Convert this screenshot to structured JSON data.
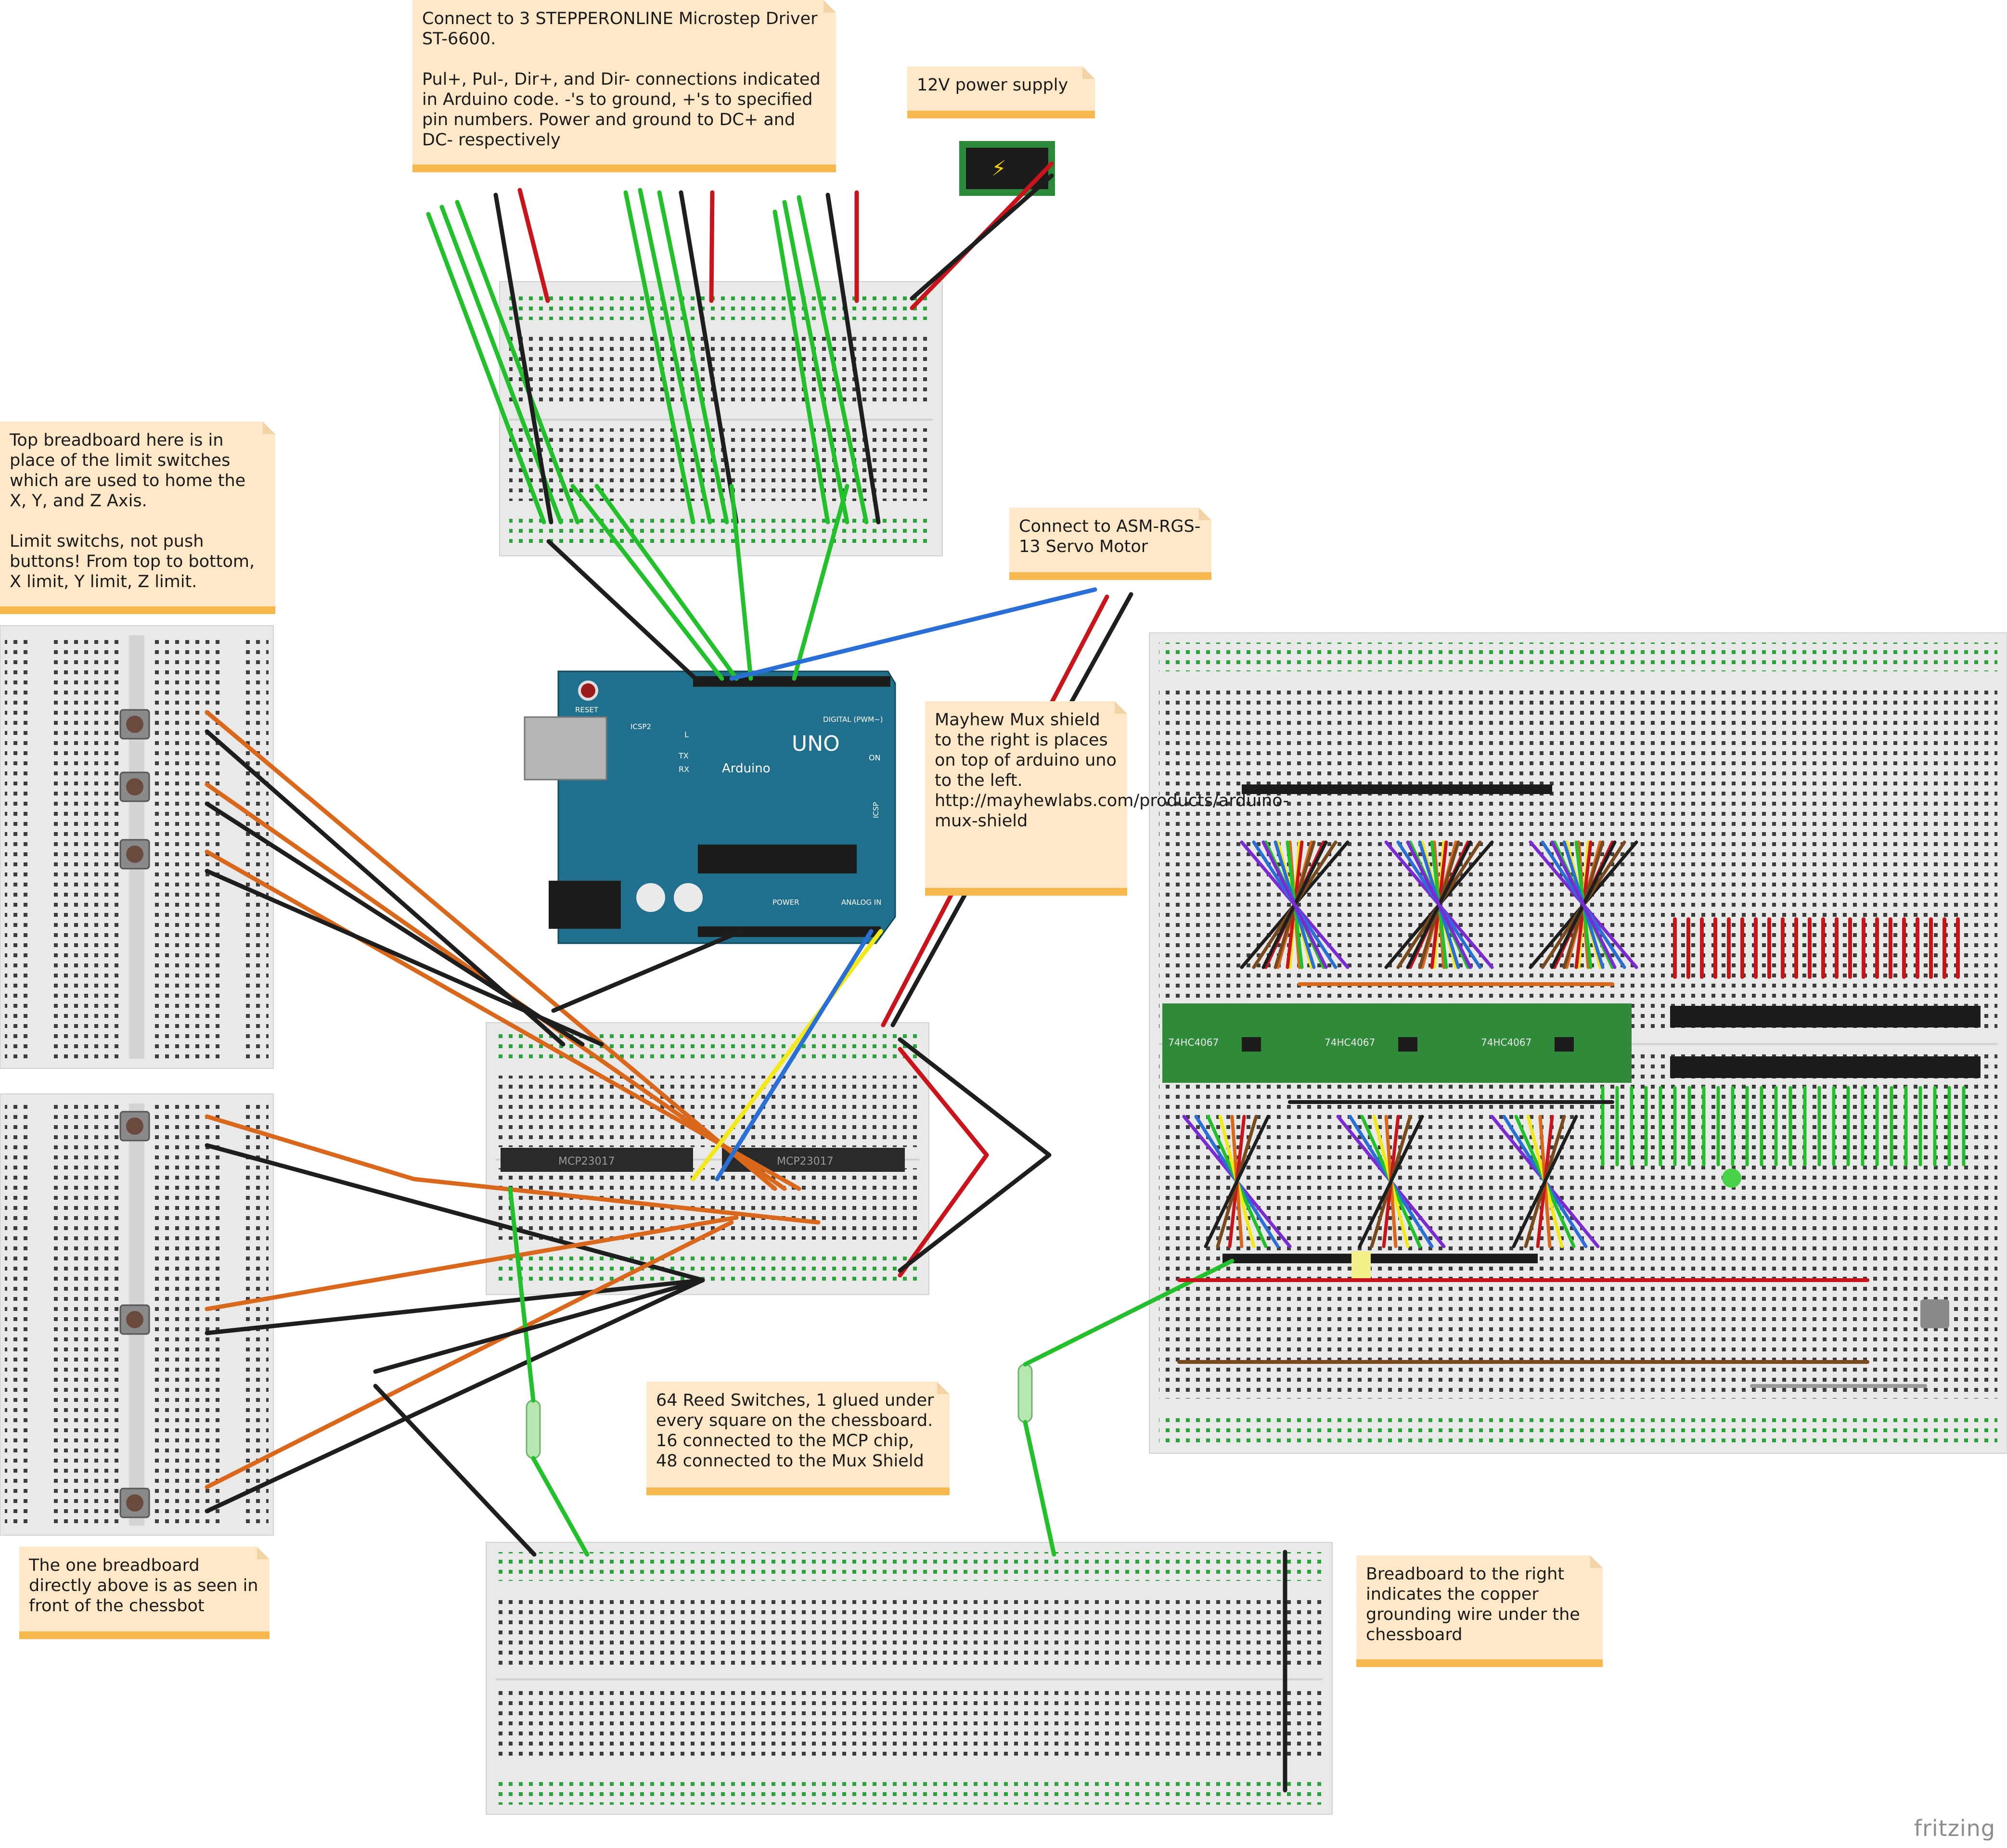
{
  "notes": {
    "stepper_driver": "Connect to 3 STEPPERONLINE Microstep Driver ST-6600.\n\nPul+, Pul-, Dir+, and Dir- connections indicated in Arduino code. -'s to ground, +'s to specified pin numbers. Power and ground to DC+ and DC- respectively",
    "power_supply": "12V power supply",
    "limit_switches": "Top breadboard here is in place of the limit switches which are used to home the X, Y, and Z Axis.\n\nLimit switchs, not push buttons! From top to bottom, X limit, Y limit, Z limit.",
    "servo": "Connect to ASM-RGS-13 Servo Motor",
    "mux_shield": "Mayhew Mux shield to the right is places on top of arduino uno to the left.\nhttp://mayhewlabs.com/products/arduino-mux-shield",
    "reed_switches": "64 Reed Switches, 1 glued under every square on the chessboard. 16 connected to the MCP chip, 48 connected to the Mux Shield",
    "front_breadboard": "The one breadboard directly above is as seen in front of the chessbot",
    "grounding": "Breadboard to the right indicates the copper grounding wire under the chessboard"
  },
  "chips": {
    "mcp_left": "MCP23017",
    "mcp_right": "MCP23017",
    "mux_1": "74HC4067",
    "mux_2": "74HC4067",
    "mux_3": "74HC4067"
  },
  "arduino": {
    "brand": "Arduino",
    "model": "UNO",
    "reset_label": "RESET",
    "digital_label": "DIGITAL (PWM~)",
    "analog_label": "ANALOG IN",
    "power_label": "POWER",
    "icsp_label": "ICSP",
    "icsp2_label": "ICSP2",
    "led_l": "L",
    "led_tx": "TX",
    "led_rx": "RX",
    "led_on": "ON"
  },
  "logo": "fritzing",
  "colors": {
    "breadboard": "#e9e9e9",
    "hole": "#3c3c3c",
    "power_rail_hole": "#2aa43a",
    "wire_green": "#22c02a",
    "wire_black": "#1e1e1e",
    "wire_red": "#c8141a",
    "wire_orange": "#d9681c",
    "wire_blue": "#2a6fd6",
    "wire_yellow": "#f2e81a",
    "arduino": "#1f6f8d",
    "mux_board": "#2f8a3a",
    "note_bg": "#fee8c8",
    "note_bar": "#f7b94e"
  }
}
